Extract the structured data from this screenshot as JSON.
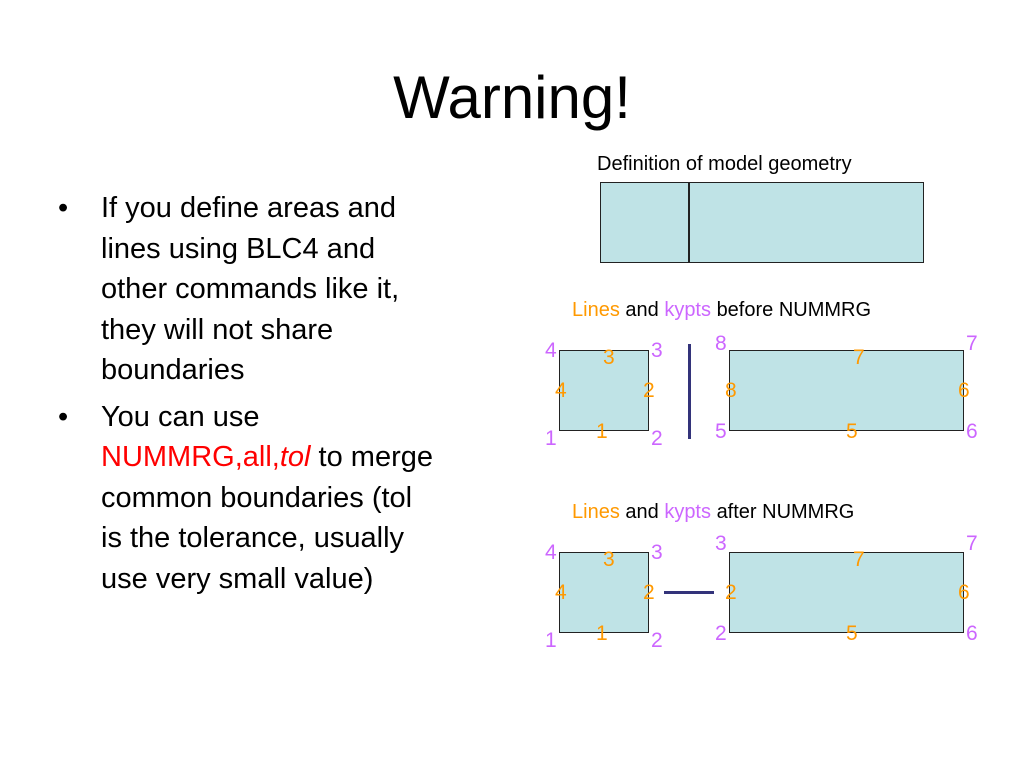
{
  "slide": {
    "title": "Warning!",
    "bullets": {
      "b1": "If you define areas and lines using BLC4 and other commands like it, they will not share boundaries",
      "b2_pre": "You can use",
      "b2_cmd": "NUMMRG,all,",
      "b2_tol": "tol",
      "b2_post": "to merge common boundaries (tol is the tolerance, usually use very small value)"
    }
  },
  "diagram": {
    "geometry_caption": "Definition of model geometry",
    "before": {
      "lines_word": "Lines",
      "and_word": "and",
      "kypts_word": "kypts",
      "suffix": "before NUMMRG",
      "left_box": {
        "kp_tl": "4",
        "kp_tr": "3",
        "kp_bl": "1",
        "kp_br": "2",
        "ln_top": "3",
        "ln_left": "4",
        "ln_right": "2",
        "ln_bottom": "1"
      },
      "right_box": {
        "kp_tl": "8",
        "kp_tr": "7",
        "kp_bl": "5",
        "kp_br": "6",
        "ln_top": "7",
        "ln_left": "8",
        "ln_right": "6",
        "ln_bottom": "5"
      }
    },
    "after": {
      "lines_word": "Lines",
      "and_word": "and",
      "kypts_word": "kypts",
      "suffix": "after NUMMRG",
      "left_box": {
        "kp_tl": "4",
        "kp_tr": "3",
        "kp_bl": "1",
        "kp_br": "2",
        "ln_top": "3",
        "ln_left": "4",
        "ln_right": "2",
        "ln_bottom": "1"
      },
      "right_box": {
        "kp_tl": "3",
        "kp_tr": "7",
        "kp_bl": "2",
        "kp_br": "6",
        "ln_top": "7",
        "ln_left": "2",
        "ln_right": "6",
        "ln_bottom": "5"
      }
    },
    "colors": {
      "line_label": "#ff9900",
      "keypoint_label": "#cc66ff",
      "area_fill": "#bfe3e6",
      "command_highlight": "#ff0000",
      "separator": "#33337a"
    }
  }
}
